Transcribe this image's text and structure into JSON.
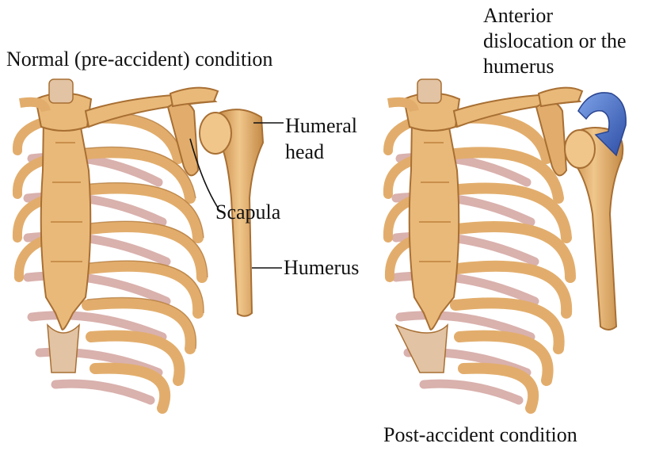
{
  "labels": {
    "normal_title": "Normal (pre-accident) condition",
    "post_title": "Post-accident condition",
    "anterior_line1": "Anterior",
    "anterior_line2": "dislocation or the",
    "anterior_line3": "humerus",
    "humeral_line1": "Humeral",
    "humeral_line2": "head",
    "scapula": "Scapula",
    "humerus": "Humerus"
  },
  "colors": {
    "bone": "#e9b979",
    "bone_shade": "#c98f4b",
    "cartilage": "#d9b1ad",
    "arrow": "#3e64b8"
  }
}
